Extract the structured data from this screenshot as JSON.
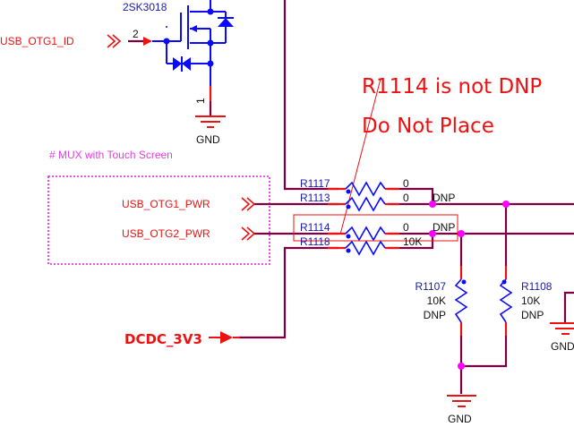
{
  "transistor": {
    "part": "2SK3018",
    "gate_pin": "2",
    "source_pin": "1"
  },
  "nets": {
    "otg1_id": "USB_OTG1_ID",
    "otg1_pwr": "USB_OTG1_PWR",
    "otg2_pwr": "USB_OTG2_PWR",
    "dcdc": "DCDC_3V3",
    "gnd": "GND"
  },
  "mux_note": "# MUX with Touch Screen",
  "annotation": {
    "line1": "R1114 is not DNP",
    "line2": "Do Not Place"
  },
  "resistors": [
    {
      "ref": "R1117",
      "value": "0",
      "note": ""
    },
    {
      "ref": "R1113",
      "value": "0",
      "note": "DNP"
    },
    {
      "ref": "R1114",
      "value": "0",
      "note": "DNP"
    },
    {
      "ref": "R1118",
      "value": "10K",
      "note": ""
    },
    {
      "ref": "R1107",
      "value": "10K",
      "note": "DNP"
    },
    {
      "ref": "R1108",
      "value": "10K",
      "note": "DNP"
    }
  ],
  "colors": {
    "wire": "#7a0044",
    "net": "#ee1111",
    "part": "#0a0aff",
    "junction": "#ff00ff"
  }
}
